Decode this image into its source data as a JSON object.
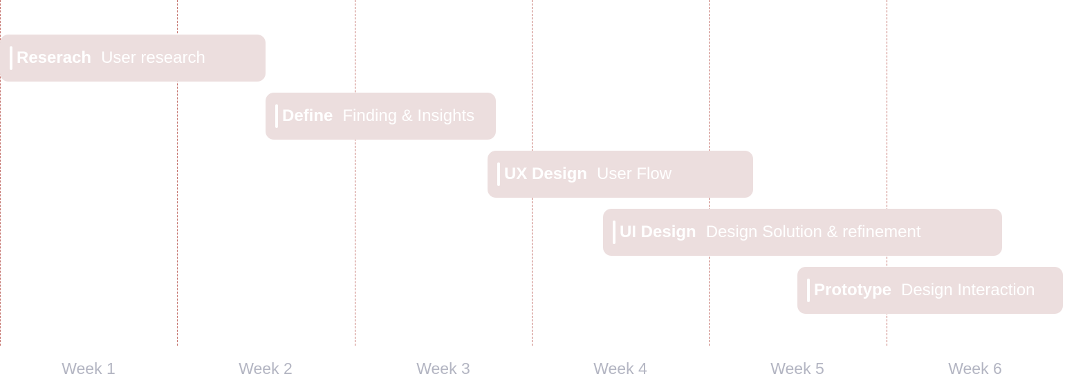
{
  "chart_data": {
    "type": "gantt",
    "x_categories": [
      "Week 1",
      "Week 2",
      "Week 3",
      "Week 4",
      "Week 5",
      "Week 6"
    ],
    "x_range_weeks": [
      0,
      6
    ],
    "gridlines": "dashed vertical at week boundaries",
    "tasks": [
      {
        "phase": "Reserach",
        "description": "User research",
        "start_week": 0.0,
        "end_week": 1.5
      },
      {
        "phase": "Define",
        "description": "Finding & Insights",
        "start_week": 1.5,
        "end_week": 2.8
      },
      {
        "phase": "UX Design",
        "description": "User Flow",
        "start_week": 2.75,
        "end_week": 4.25
      },
      {
        "phase": "UI Design",
        "description": "Design Solution & refinement",
        "start_week": 3.4,
        "end_week": 5.65
      },
      {
        "phase": "Prototype",
        "description": "Design Interaction",
        "start_week": 4.5,
        "end_week": 6.0
      }
    ],
    "colors": {
      "bar": "#ecdede",
      "bar_text": "#ffffff",
      "gridline": "#c4726c",
      "axis_label": "#b3b5c2"
    }
  }
}
